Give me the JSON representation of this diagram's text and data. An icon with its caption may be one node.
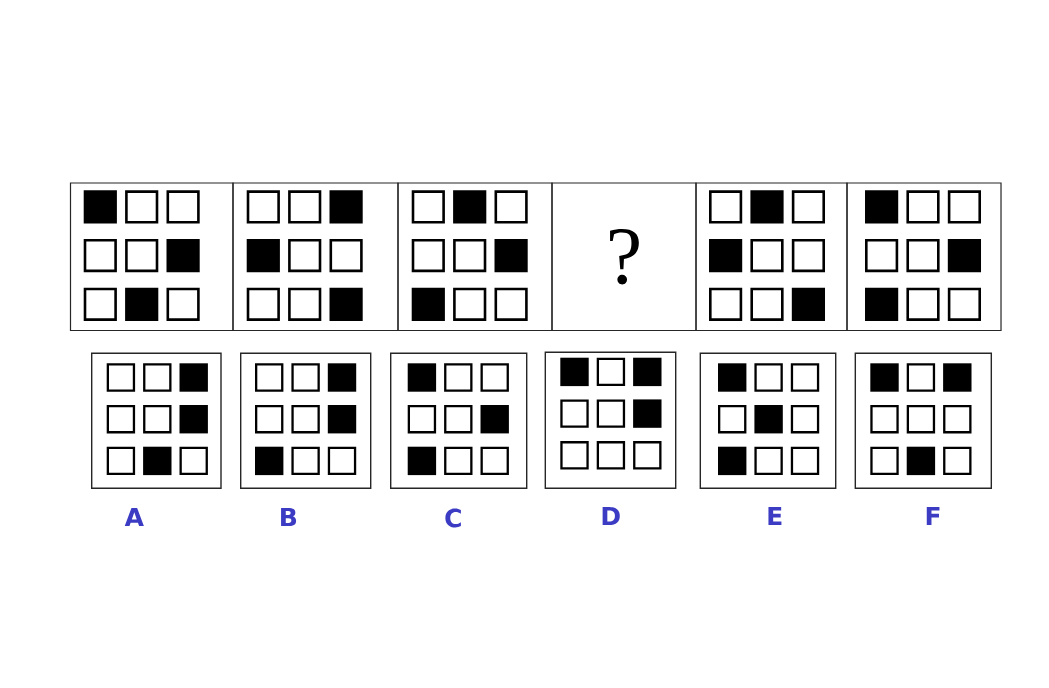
{
  "diagram": {
    "nodes": [
      {
        "text": [],
        "shape": "box"
      },
      {
        "text": [],
        "shape": "box"
      },
      {
        "text": [],
        "shape": "box"
      },
      {
        "text": [
          "?"
        ]
      },
      {
        "text": [],
        "shape": "box"
      },
      {
        "text": [],
        "shape": "box"
      },
      {
        "text": [],
        "shape": "box",
        "beside": [
          "A"
        ]
      },
      {
        "text": [],
        "shape": "box",
        "beside": [
          "B"
        ]
      },
      {
        "text": [],
        "shape": "box",
        "beside": [
          "C"
        ]
      },
      {
        "text": [],
        "shape": "box",
        "beside": [
          "D"
        ]
      },
      {
        "text": [],
        "shape": "box",
        "beside": [
          "E"
        ]
      },
      {
        "text": [],
        "shape": "box",
        "beside": [
          "F"
        ]
      }
    ]
  }
}
